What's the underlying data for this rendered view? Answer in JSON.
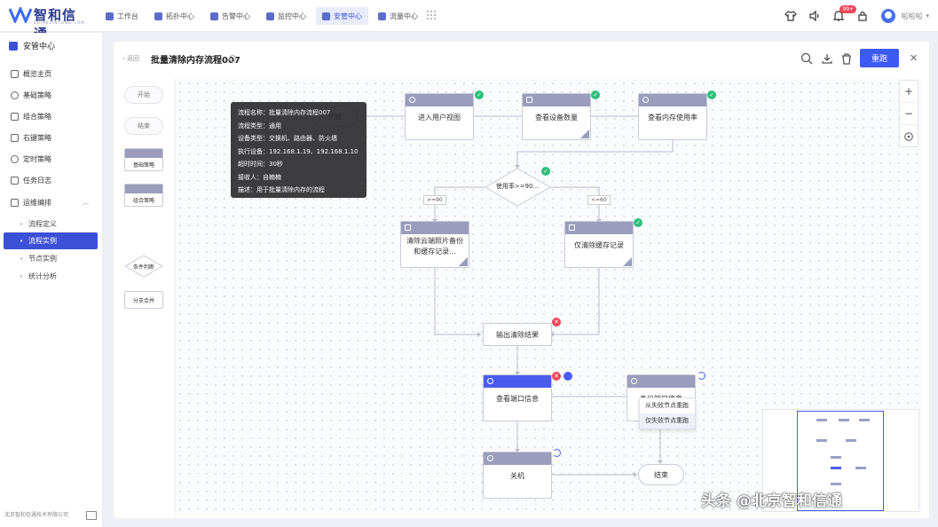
{
  "header": {
    "logo_text": "智和信通",
    "logo_sub": "ZHIHEXINTONG.COM",
    "nav": [
      {
        "label": "工作台",
        "icon": "home-icon",
        "active": false
      },
      {
        "label": "拓扑中心",
        "icon": "topology-icon",
        "active": false
      },
      {
        "label": "告警中心",
        "icon": "alarm-icon",
        "active": false
      },
      {
        "label": "监控中心",
        "icon": "monitor-icon",
        "active": false
      },
      {
        "label": "安管中心",
        "icon": "shield-icon",
        "active": true
      },
      {
        "label": "流量中心",
        "icon": "traffic-icon",
        "active": false
      }
    ],
    "badge": "99+",
    "username": "啦啦啦"
  },
  "sidebar": {
    "title": "安管中心",
    "items": [
      {
        "label": "概览主页",
        "icon": "home-icon"
      },
      {
        "label": "基础策略",
        "icon": "gear-icon"
      },
      {
        "label": "组合策略",
        "icon": "combo-icon"
      },
      {
        "label": "右键策略",
        "icon": "rightclick-icon"
      },
      {
        "label": "定时策略",
        "icon": "clock-icon"
      },
      {
        "label": "任务日志",
        "icon": "log-icon"
      },
      {
        "label": "运维编排",
        "icon": "orchestrate-icon"
      }
    ],
    "subitems": [
      {
        "label": "流程定义",
        "active": false
      },
      {
        "label": "流程实例",
        "active": true
      },
      {
        "label": "节点实例",
        "active": false
      },
      {
        "label": "统计分析",
        "active": false
      }
    ],
    "footer": "北京智和信通技术有限公司"
  },
  "page": {
    "back_label": "返回",
    "title": "批量清除内存流程007",
    "rerun_label": "重跑"
  },
  "palette": {
    "start": "开始",
    "end": "结束",
    "basic": "基础策略",
    "combo": "组合策略",
    "condition": "条件判断",
    "merge": "分支合并"
  },
  "tooltip": {
    "rows": [
      "流程名称：批量清除内存流程007",
      "流程类型：通用",
      "设备类型：交换机、路由器、防火墙",
      "执行设备：192.168.1.19、192.168.1.10",
      "超时时间：30秒",
      "接收人：自楠楠",
      "描述：用于批量清除内存的流程"
    ]
  },
  "flow": {
    "start": "开始",
    "n1": "进入用户视图",
    "n2": "查看设备数量",
    "n3": "查看内存使用率",
    "decision": "使用率>=90...",
    "edge_left": ">=90",
    "edge_right": "<=60",
    "n4": "清除云端照片备份和缓存记录...",
    "n5": "仅清除缓存记录",
    "n6": "输出清除结果",
    "n7": "查看端口信息",
    "n8": "备份端口信息",
    "n9": "关机",
    "end": "结束"
  },
  "context_menu": {
    "items": [
      "从失败节点重跑",
      "仅失败节点重跑"
    ]
  },
  "watermark": "头条 @北京智和信通"
}
